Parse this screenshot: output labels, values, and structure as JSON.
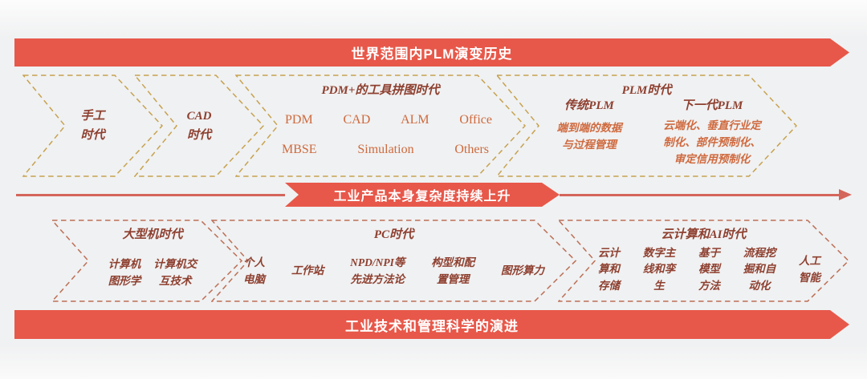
{
  "banners": {
    "top": "世界范围内PLM演变历史",
    "middle": "工业产品本身复杂度持续上升",
    "bottom": "工业技术和管理科学的演进"
  },
  "colors": {
    "banner_red": "#e7584a",
    "arrow_line_red": "#d4655b",
    "top_row_dash": "#c6a250",
    "bottom_row_dash": "#bc6f56",
    "title_maroon": "#8e4030",
    "tool_orange": "#ce6a3d"
  },
  "top_row": [
    {
      "title": "手工\n时代"
    },
    {
      "title": "CAD\n时代"
    },
    {
      "title": "PDM+的工具拼图时代",
      "tools_row1": [
        "PDM",
        "CAD",
        "ALM",
        "Office"
      ],
      "tools_row2": [
        "MBSE",
        "Simulation",
        "Others"
      ]
    },
    {
      "title": "PLM时代",
      "traditional": {
        "heading": "传统PLM",
        "body": "端到端的数据\n与过程管理"
      },
      "next_gen": {
        "heading": "下一代PLM",
        "body": "云端化、垂直行业定\n制化、部件预制化、\n审定信用预制化"
      }
    }
  ],
  "bottom_row": [
    {
      "title": "大型机时代",
      "items": [
        "计算机\n图形学",
        "计算机交\n互技术"
      ]
    },
    {
      "title": "PC时代",
      "items": [
        "个人\n电脑",
        "工作站",
        "NPD/NPI等\n先进方法论",
        "构型和配\n置管理",
        "图形算力"
      ]
    },
    {
      "title": "云计算和AI时代",
      "items": [
        "云计\n算和\n存储",
        "数字主\n线和孪\n生",
        "基于\n模型\n方法",
        "流程挖\n掘和自\n动化",
        "人工\n智能"
      ]
    }
  ]
}
